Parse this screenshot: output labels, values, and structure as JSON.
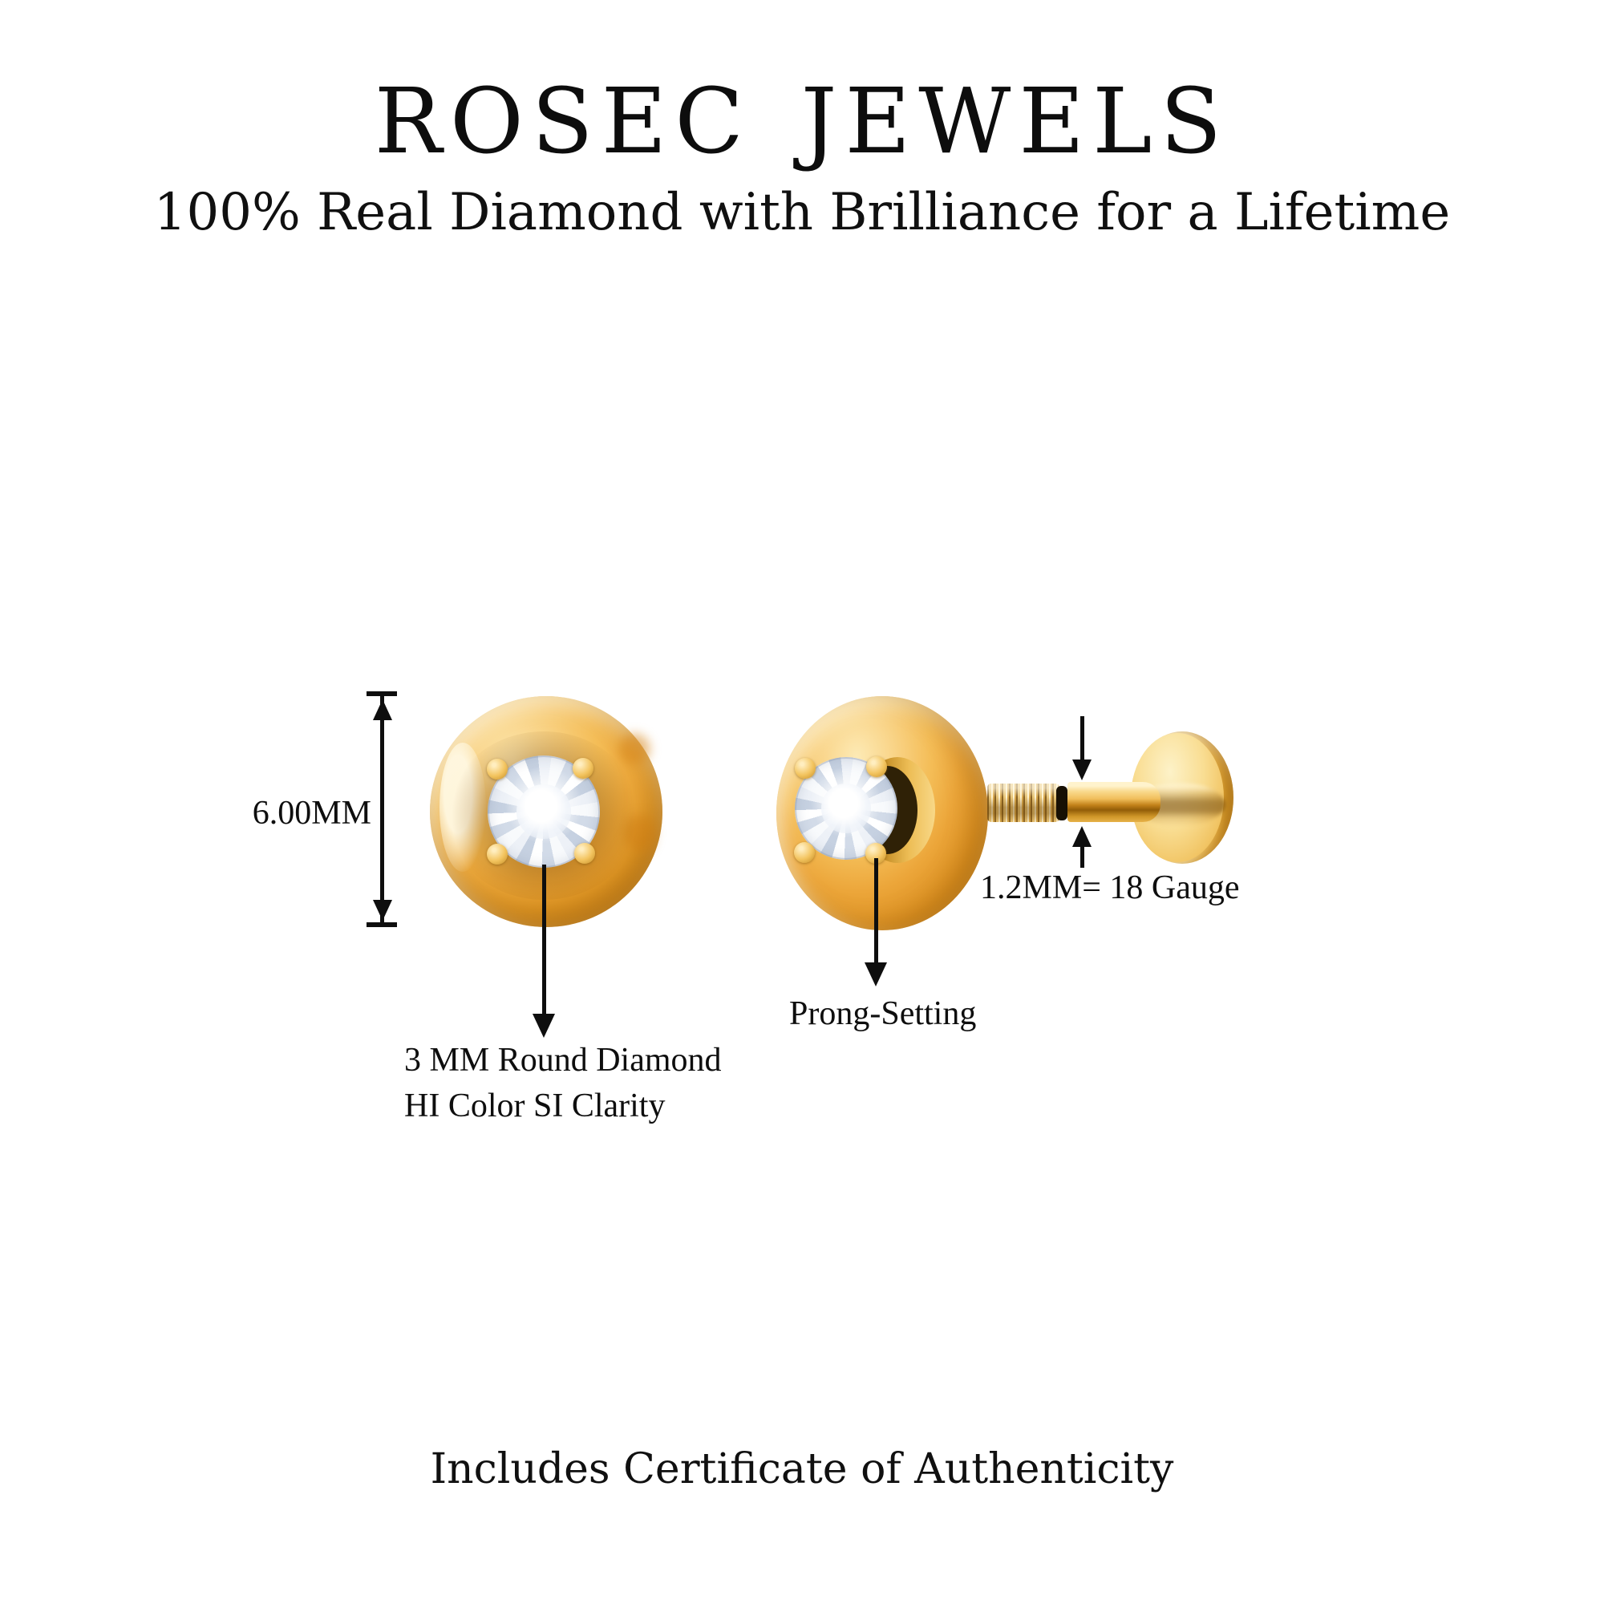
{
  "brand": {
    "title": "ROSEC JEWELS",
    "tagline": "100% Real Diamond with Brilliance for a Lifetime"
  },
  "annotations": {
    "head_size": "6.00MM",
    "stone_line1": "3 MM Round Diamond",
    "stone_line2": "HI Color SI Clarity",
    "prong": "Prong-Setting",
    "post_gauge": "1.2MM= 18 Gauge"
  },
  "footer": {
    "certificate": "Includes Certificate of Authenticity"
  },
  "colors": {
    "background": "#ffffff",
    "ink": "#0e0e0e",
    "gold": "#e8a232",
    "gold_highlight": "#fdeab5",
    "gold_shadow": "#b87309",
    "diamond_white": "#f8fafc",
    "diamond_facet": "#c6d1e1",
    "o_ring": "#171004"
  }
}
